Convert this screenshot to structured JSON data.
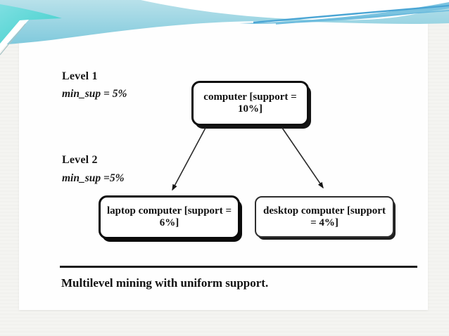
{
  "slide": {
    "caption": "Multilevel mining with uniform support.",
    "level1": {
      "label": "Level 1",
      "minsup": "min_sup = 5%"
    },
    "level2": {
      "label": "Level 2",
      "minsup": "min_sup =5%"
    },
    "nodes": {
      "root": "computer [support = 10%]",
      "left_child": "laptop computer [support = 6%]",
      "right_child": "desktop computer [support = 4%]"
    },
    "colors": {
      "banner_blue": "#84cbdd",
      "banner_blue_light": "#b8e1ea",
      "banner_teal": "#3fcfca",
      "banner_streak_blue": "#4aa5d4",
      "page_background": "#f4f4f1",
      "card_background": "#fefefe",
      "ink": "#141414"
    }
  }
}
